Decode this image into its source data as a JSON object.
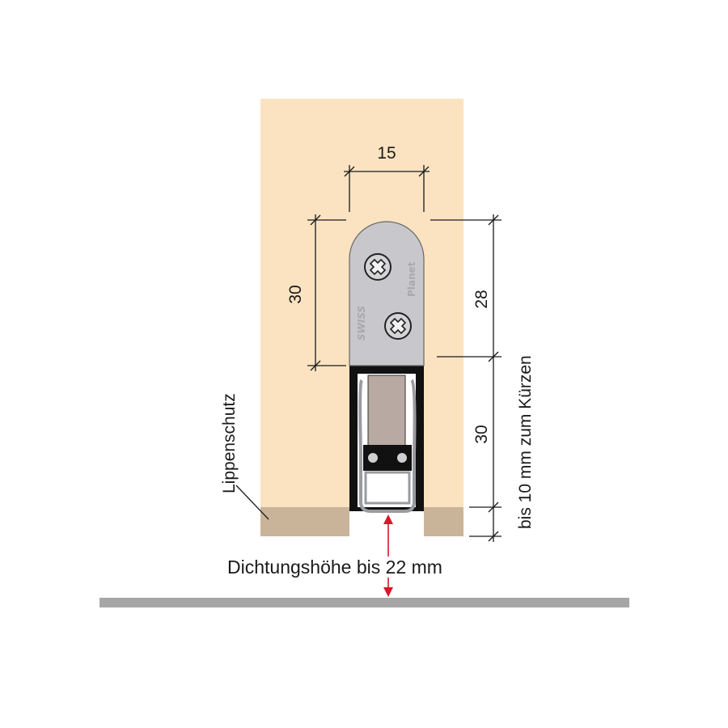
{
  "colors": {
    "door": "#fbe3c1",
    "lip_protection": "#c9b49a",
    "cover_plate": "#c8c8cc",
    "profile": "#111111",
    "floor": "#a6a6a6",
    "arrow": "#d7182a"
  },
  "dimensions": {
    "width_top": "15",
    "height_left": "30",
    "height_right_upper": "28",
    "height_right_lower": "30",
    "shortening": "bis 10 mm zum Kürzen"
  },
  "labels": {
    "lip_protection": "Lippenschutz",
    "seal_height": "Dichtungshöhe bis 22 mm"
  },
  "plate": {
    "brand_top": "Planet",
    "brand_bottom": "SWISS"
  },
  "icons": {
    "screw_upper": "cross-screw-icon",
    "screw_lower": "cross-screw-icon"
  }
}
